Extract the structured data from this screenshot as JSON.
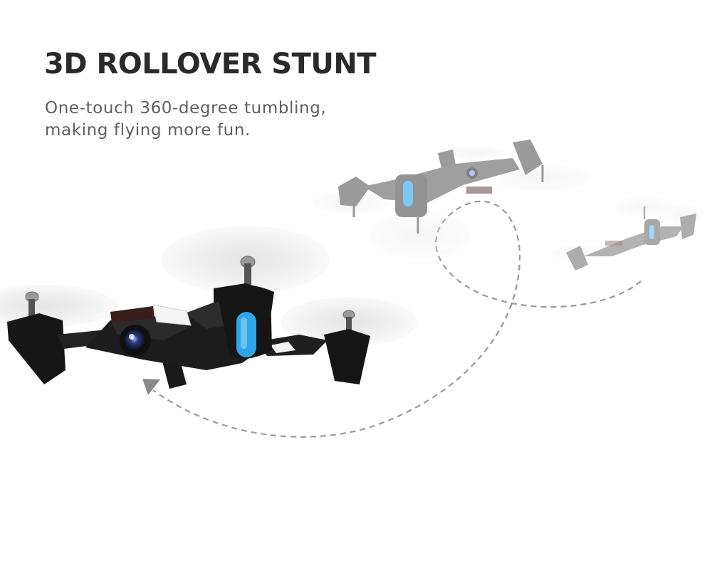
{
  "feature": {
    "title": "3D ROLLOVER STUNT",
    "description_lines": [
      "One-touch 360-degree tumbling,",
      "making flying more fun."
    ]
  },
  "colors": {
    "title": "#2a2a2a",
    "text": "#5f5f5f",
    "drone_body": "#1c1c1c",
    "drone_ghost": "#8a8a8a",
    "led_accent": "#2fa6e8",
    "flight_path": "#9a9a9a"
  },
  "icons": {
    "main_drone": "quadcopter-drone-image",
    "ghost_drones": "quadcopter-drone-image",
    "flight_path": "dashed-loop-arrow"
  }
}
